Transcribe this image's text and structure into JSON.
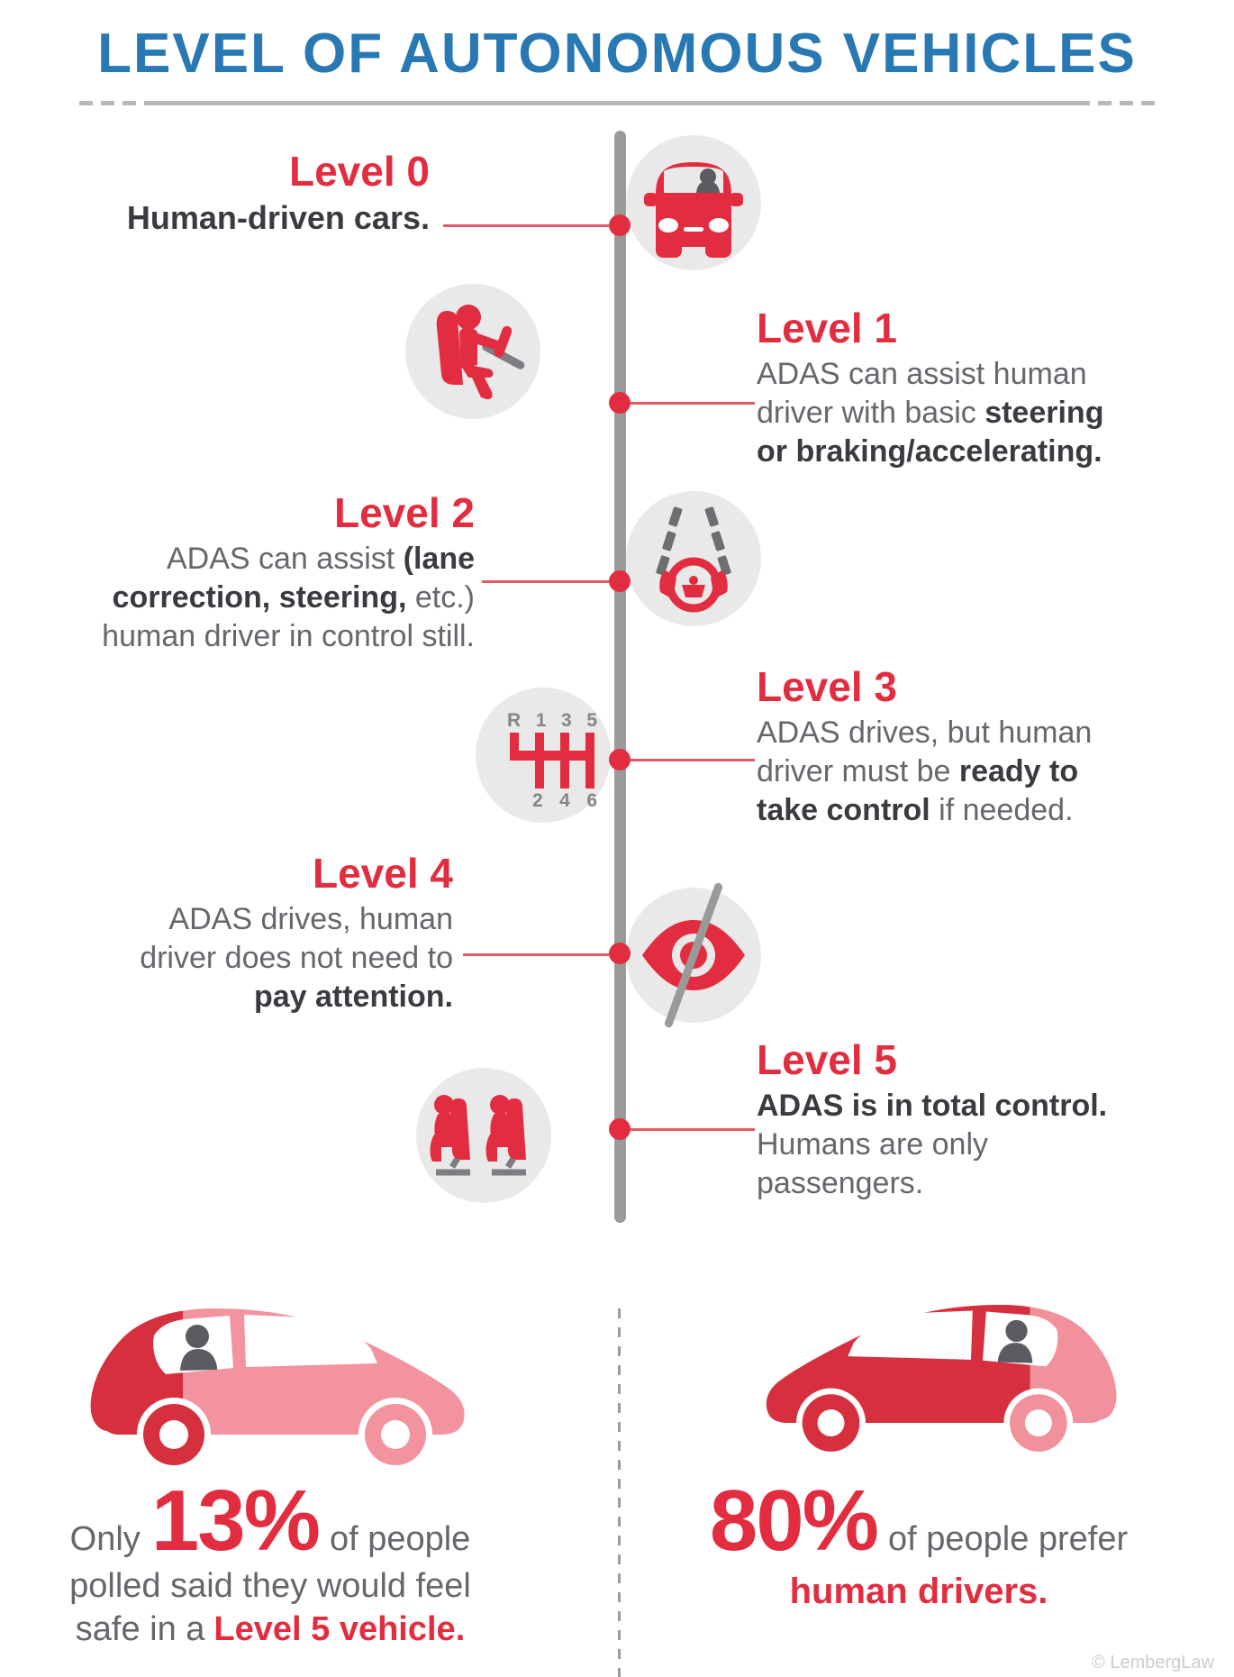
{
  "title": "LEVEL OF AUTONOMOUS VEHICLES",
  "levels": [
    {
      "heading": "Level 0",
      "icon": "car-front-icon",
      "lines": [
        [
          {
            "text": "Human-driven cars.",
            "bold": true
          }
        ]
      ]
    },
    {
      "heading": "Level 1",
      "icon": "driver-seat-icon",
      "lines": [
        [
          {
            "text": "ADAS can assist human"
          }
        ],
        [
          {
            "text": "driver with basic "
          },
          {
            "text": "steering",
            "bold": true
          }
        ],
        [
          {
            "text": "or braking/accelerating.",
            "bold": true
          }
        ]
      ]
    },
    {
      "heading": "Level 2",
      "icon": "lane-assist-steering-icon",
      "lines": [
        [
          {
            "text": "ADAS can assist "
          },
          {
            "text": "(lane",
            "bold": true
          }
        ],
        [
          {
            "text": "correction, steering,",
            "bold": true
          },
          {
            "text": " etc.)"
          }
        ],
        [
          {
            "text": "human driver in control still."
          }
        ]
      ]
    },
    {
      "heading": "Level 3",
      "icon": "gear-shift-icon",
      "lines": [
        [
          {
            "text": "ADAS drives, but human"
          }
        ],
        [
          {
            "text": "driver must be "
          },
          {
            "text": "ready to",
            "bold": true
          }
        ],
        [
          {
            "text": "take control",
            "bold": true
          },
          {
            "text": " if needed."
          }
        ]
      ]
    },
    {
      "heading": "Level 4",
      "icon": "eye-slash-icon",
      "lines": [
        [
          {
            "text": "ADAS drives, human"
          }
        ],
        [
          {
            "text": "driver does not need to"
          }
        ],
        [
          {
            "text": "pay attention.",
            "bold": true
          }
        ]
      ]
    },
    {
      "heading": "Level 5",
      "icon": "passengers-icon",
      "lines": [
        [
          {
            "text": "ADAS is in total control.",
            "bold": true
          }
        ],
        [
          {
            "text": "Humans are only"
          }
        ],
        [
          {
            "text": "passengers."
          }
        ]
      ]
    }
  ],
  "gear_labels": {
    "top": "R 1 3 5",
    "bottom": "2 4 6"
  },
  "stats": {
    "left": {
      "intro": "Only",
      "value": "13%",
      "after": "of people",
      "line2": "polled said they would feel",
      "line3_start": "safe in a",
      "line3_highlight": "Level 5 vehicle."
    },
    "right": {
      "value": "80%",
      "after": "of people prefer",
      "line2": "human drivers."
    }
  },
  "credit": "© LembergLaw",
  "colors": {
    "accent_red": "#e22d40",
    "title_blue": "#2878b4",
    "pink": "#f2939f",
    "dark_red": "#d62f3e",
    "timeline_gray": "#9a9a9a"
  }
}
